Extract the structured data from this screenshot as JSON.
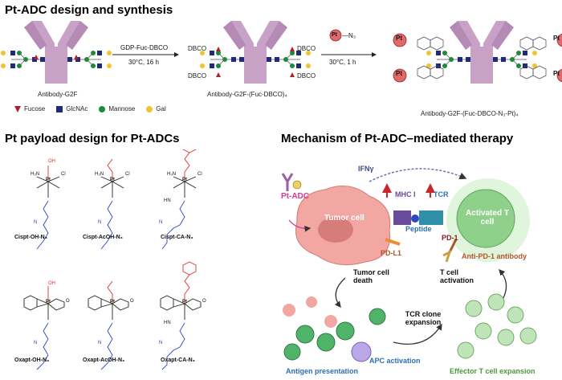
{
  "section_titles": {
    "top": "Pt-ADC design and synthesis",
    "payload": "Pt payload design for Pt-ADCs",
    "mechanism": "Mechanism of Pt-ADC–mediated therapy"
  },
  "synthesis": {
    "antibody_1": "Antibody-G2F",
    "step1_reagent": "GDP-Fuc-DBCO",
    "step1_condition": "30°C, 16 h",
    "antibody_2": "Antibody-G2F-(Fuc-DBCO)₄",
    "dbco_label": "DBCO",
    "step2_reagent_pt": "Pt",
    "step2_reagent_n3": "—N₃",
    "step2_condition": "30°C, 1 h",
    "antibody_3": "Antibody-G2F-(Fuc-DBCO-N₃-Pt)₄",
    "pt_label": "Pt"
  },
  "legend": [
    {
      "label": "Fucose",
      "color": "#b0202a",
      "shape": "triangle"
    },
    {
      "label": "GlcNAc",
      "color": "#1f2a7a",
      "shape": "square"
    },
    {
      "label": "Mannose",
      "color": "#1e8a3c",
      "shape": "circle"
    },
    {
      "label": "Gal",
      "color": "#f2c230",
      "shape": "circle"
    }
  ],
  "molecules": [
    {
      "name": "Cispt-OH-N₃",
      "top_group": "OH",
      "top_color": "#e0312a"
    },
    {
      "name": "Cispt-AcOH-N₃",
      "top_group": "",
      "top_color": "#e0312a"
    },
    {
      "name": "Cispt-CA-N₃",
      "top_group": "",
      "top_color": "#e0312a"
    },
    {
      "name": "Oxapt-OH-N₃",
      "top_group": "OH",
      "top_color": "#e0312a"
    },
    {
      "name": "Oxapt-AcOH-N₃",
      "top_group": "",
      "top_color": "#e0312a"
    },
    {
      "name": "Oxapt-CA-N₃",
      "top_group": "",
      "top_color": "#e0312a"
    }
  ],
  "chem_labels": {
    "pt": "Pt",
    "h3n": "H₃N",
    "cl": "Cl",
    "n": "N",
    "o": "O",
    "hn": "HN"
  },
  "mechanism": {
    "ifng": "IFNγ",
    "pt_adc": "Pt-ADC",
    "tumor_cell": "Tumor cell",
    "mhc": "MHC I",
    "tcr": "TCR",
    "peptide": "Peptide",
    "activated_t_cell": "Activated T cell",
    "pd1": "PD-1",
    "pdl1": "PD-L1",
    "anti_pd1": "Anti-PD-1 antibody",
    "tumor_death": "Tumor cell death",
    "t_activation": "T cell activation",
    "tcr_clone": "TCR clone expansion",
    "apc_activation": "APC activation",
    "antigen_presentation": "Antigen presentation",
    "effector_expansion": "Effector T cell expansion",
    "colors": {
      "tumor": "#f2a7a2",
      "tcell": "#8fd18b",
      "pink_text": "#d23a9a",
      "blue_text": "#2d6fb5",
      "green_text": "#4a9a3a",
      "brown_text": "#b0552a",
      "red_arrow": "#c8282a"
    }
  }
}
